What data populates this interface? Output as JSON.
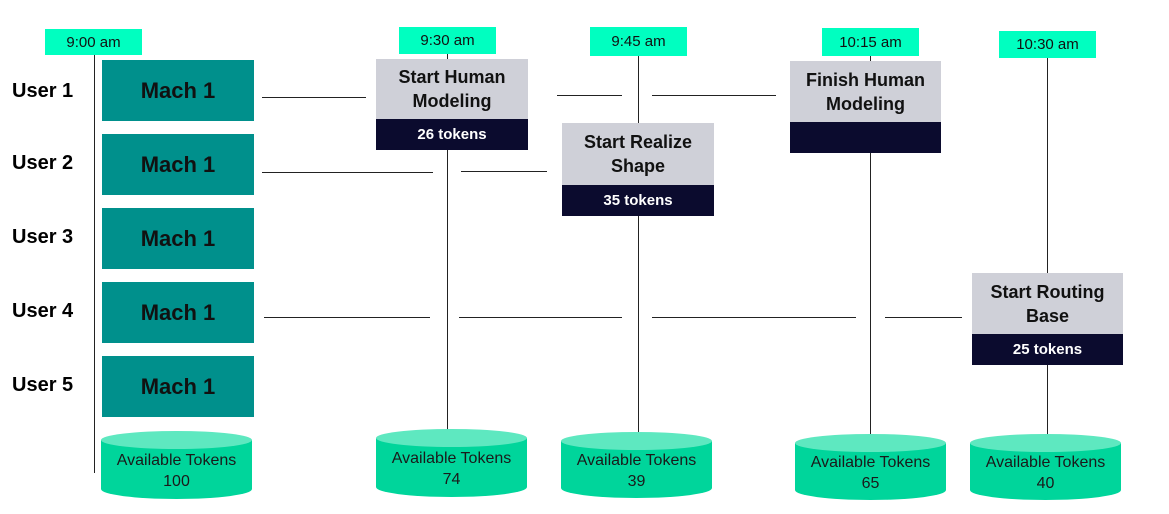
{
  "times": [
    "9:00 am",
    "9:30 am",
    "9:45 am",
    "10:15 am",
    "10:30 am"
  ],
  "users": [
    "User 1",
    "User 2",
    "User 3",
    "User 4",
    "User 5"
  ],
  "machine_label": "Mach 1",
  "tasks": [
    {
      "title_line1": "Start Human",
      "title_line2": "Modeling",
      "tokens": "26 tokens"
    },
    {
      "title_line1": "Start Realize",
      "title_line2": "Shape",
      "tokens": "35 tokens"
    },
    {
      "title_line1": "Finish Human",
      "title_line2": "Modeling",
      "tokens": ""
    },
    {
      "title_line1": "Start Routing",
      "title_line2": "Base",
      "tokens": "25 tokens"
    }
  ],
  "pools": [
    {
      "label": "Available Tokens",
      "value": "100"
    },
    {
      "label": "Available Tokens",
      "value": "74"
    },
    {
      "label": "Available Tokens",
      "value": "39"
    },
    {
      "label": "Available Tokens",
      "value": "65"
    },
    {
      "label": "Available Tokens",
      "value": "40"
    }
  ],
  "colors": {
    "time_tag": "#00ffc0",
    "machine": "#00908c",
    "task_title": "#cfd0d8",
    "task_tokens": "#0b0b2e",
    "pool": "#00d59b",
    "pool_top": "#5ee8c0"
  }
}
